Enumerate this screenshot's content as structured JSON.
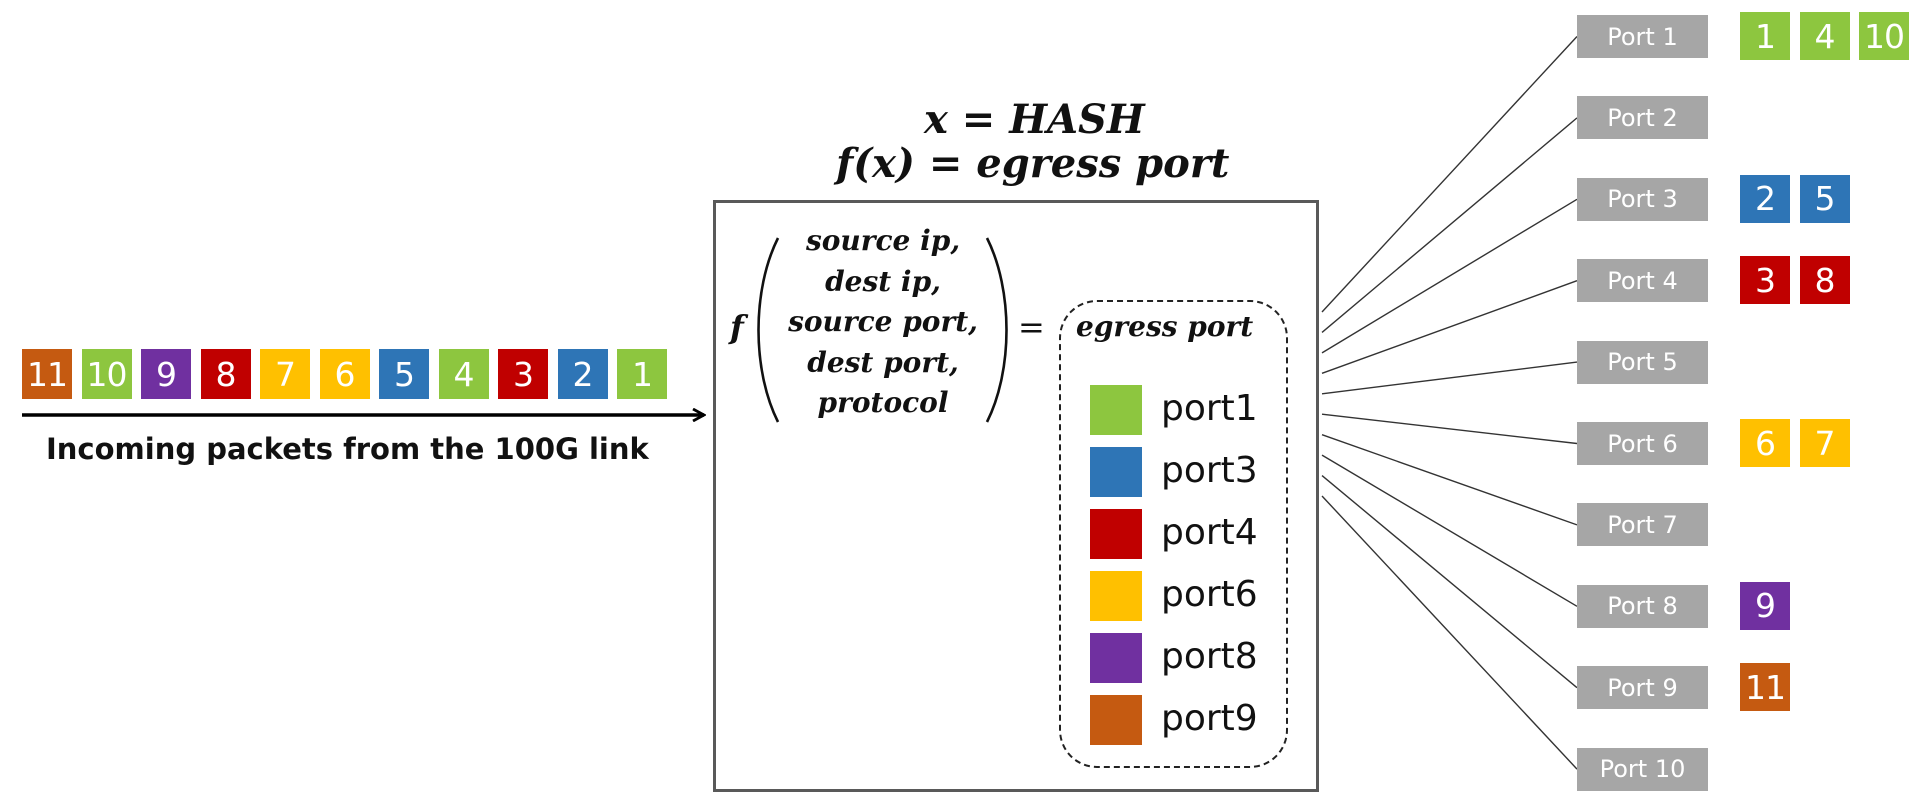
{
  "incoming_packets": [
    {
      "label": "11",
      "color": "#c55a11"
    },
    {
      "label": "10",
      "color": "#8dc63f"
    },
    {
      "label": "9",
      "color": "#7030a0"
    },
    {
      "label": "8",
      "color": "#c00000"
    },
    {
      "label": "7",
      "color": "#ffc000"
    },
    {
      "label": "6",
      "color": "#ffc000"
    },
    {
      "label": "5",
      "color": "#2e75b6"
    },
    {
      "label": "4",
      "color": "#8dc63f"
    },
    {
      "label": "3",
      "color": "#c00000"
    },
    {
      "label": "2",
      "color": "#2e75b6"
    },
    {
      "label": "1",
      "color": "#8dc63f"
    }
  ],
  "incoming_label": "Incoming packets from the 100G link",
  "formula": {
    "line1": "x = HASH",
    "line2": "f(x) = egress port",
    "f_symbol": "f",
    "args": [
      "source ip,",
      "dest ip,",
      "source port,",
      "dest port,",
      "protocol"
    ],
    "equals": "=",
    "result": "egress port"
  },
  "legend": [
    {
      "label": "port1",
      "color": "#8dc63f"
    },
    {
      "label": "port3",
      "color": "#2e75b6"
    },
    {
      "label": "port4",
      "color": "#c00000"
    },
    {
      "label": "port6",
      "color": "#ffc000"
    },
    {
      "label": "port8",
      "color": "#7030a0"
    },
    {
      "label": "port9",
      "color": "#c55a11"
    }
  ],
  "ports": [
    {
      "label": "Port 1",
      "packets": [
        {
          "label": "1",
          "color": "#8dc63f"
        },
        {
          "label": "4",
          "color": "#8dc63f"
        },
        {
          "label": "10",
          "color": "#8dc63f"
        }
      ]
    },
    {
      "label": "Port 2",
      "packets": []
    },
    {
      "label": "Port 3",
      "packets": [
        {
          "label": "2",
          "color": "#2e75b6"
        },
        {
          "label": "5",
          "color": "#2e75b6"
        }
      ]
    },
    {
      "label": "Port 4",
      "packets": [
        {
          "label": "3",
          "color": "#c00000"
        },
        {
          "label": "8",
          "color": "#c00000"
        }
      ]
    },
    {
      "label": "Port 5",
      "packets": []
    },
    {
      "label": "Port 6",
      "packets": [
        {
          "label": "6",
          "color": "#ffc000"
        },
        {
          "label": "7",
          "color": "#ffc000"
        }
      ]
    },
    {
      "label": "Port 7",
      "packets": []
    },
    {
      "label": "Port 8",
      "packets": [
        {
          "label": "9",
          "color": "#7030a0"
        }
      ]
    },
    {
      "label": "Port 9",
      "packets": [
        {
          "label": "11",
          "color": "#c55a11"
        }
      ]
    },
    {
      "label": "Port 10",
      "packets": []
    }
  ]
}
